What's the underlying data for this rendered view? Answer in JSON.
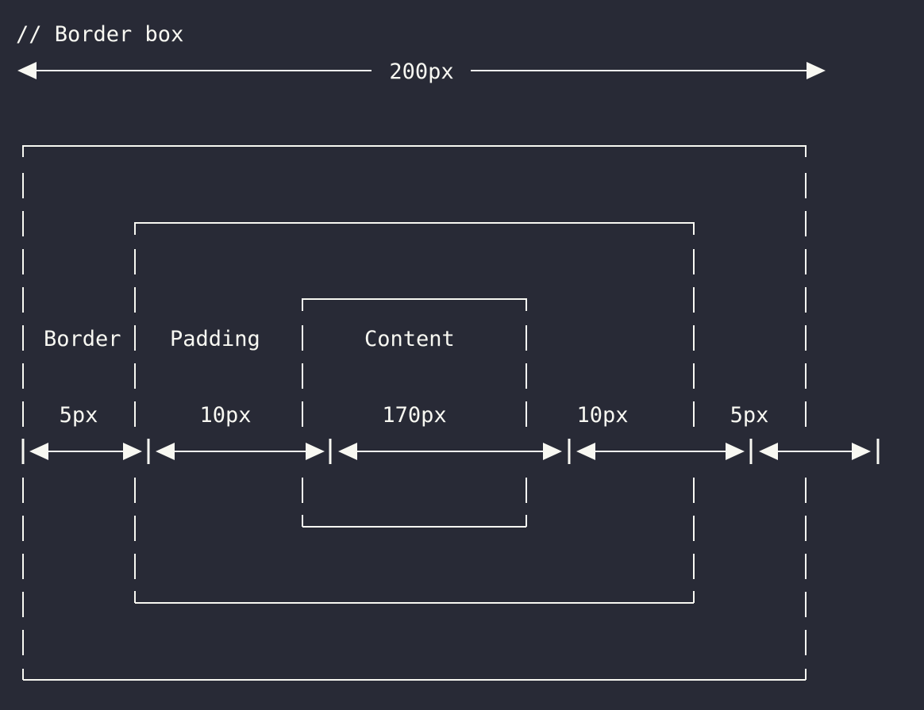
{
  "comment": "// Border box",
  "total": {
    "label": "200px"
  },
  "columns": {
    "border": {
      "name": "Border",
      "value": "5px"
    },
    "padding": {
      "name": "Padding",
      "value": "10px"
    },
    "content": {
      "name": "Content",
      "value": "170px"
    },
    "padding_right": {
      "value": "10px"
    },
    "border_right": {
      "value": "5px"
    }
  },
  "colors": {
    "background": "#282a36",
    "foreground": "#f8f8f2"
  }
}
